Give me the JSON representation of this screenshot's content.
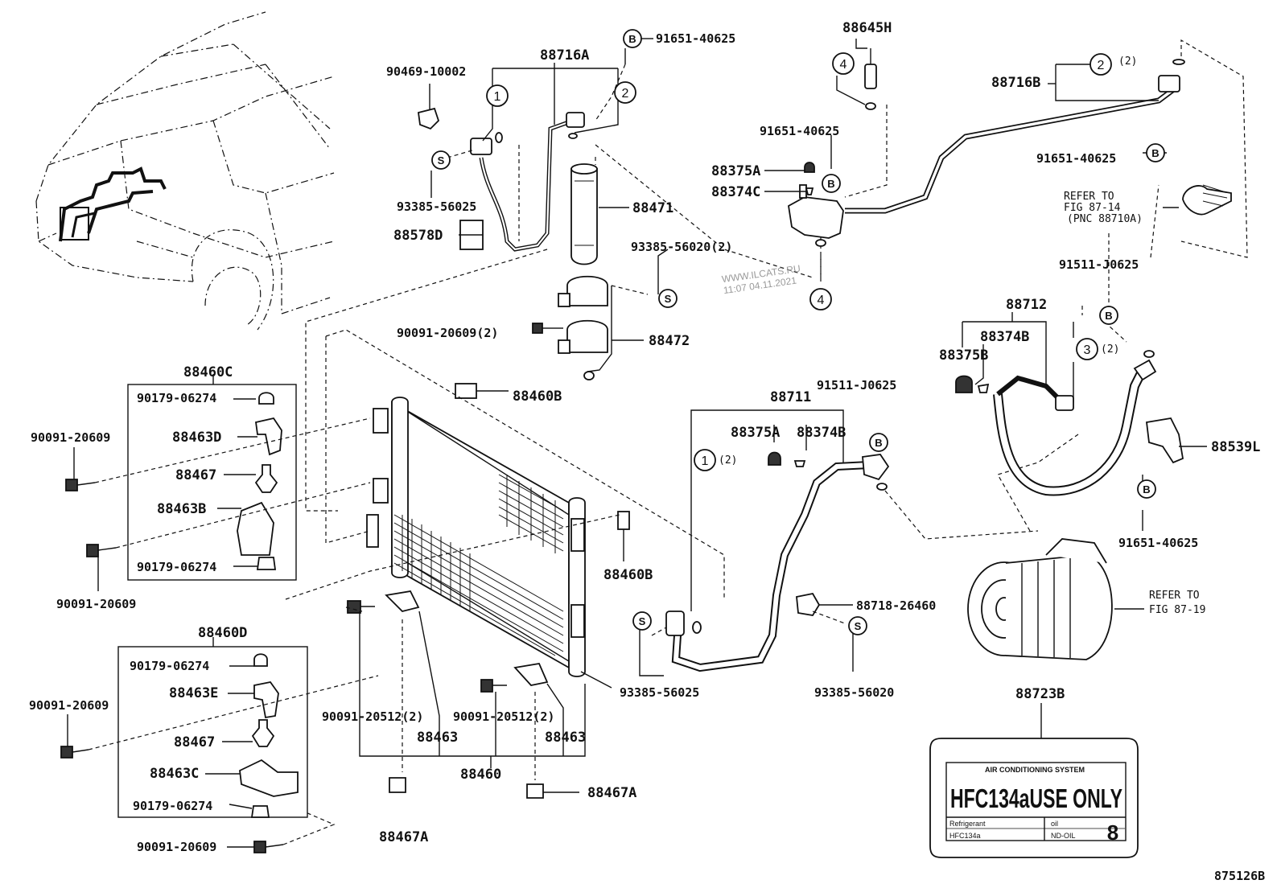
{
  "diagram": {
    "labels": {
      "p88645H": "88645H",
      "p88716A": "88716A",
      "p91651_40625_top": "91651-40625",
      "p90469_10002": "90469-10002",
      "p88716B": "88716B",
      "p91651_40625_mid": "91651-40625",
      "p91651_40625_right": "91651-40625",
      "p88375A_top": "88375A",
      "p88374C": "88374C",
      "p88471": "88471",
      "p93385_56025_top": "93385-56025",
      "p88578D": "88578D",
      "p93385_56020_2": "93385-56020(2)",
      "p90091_20609_2": "90091-20609(2)",
      "p88472": "88472",
      "p88460C": "88460C",
      "p90179_06274_a": "90179-06274",
      "p88463D": "88463D",
      "p90091_20609_a": "90091-20609",
      "p88467_a": "88467",
      "p88463B": "88463B",
      "p90179_06274_b": "90179-06274",
      "p90091_20609_b": "90091-20609",
      "p88460B_top": "88460B",
      "p88460B_right": "88460B",
      "p88460D": "88460D",
      "p90179_06274_c": "90179-06274",
      "p88463E": "88463E",
      "p90091_20609_c": "90091-20609",
      "p88467_b": "88467",
      "p88463C": "88463C",
      "p90179_06274_d": "90179-06274",
      "p90091_20609_d": "90091-20609",
      "p90091_20512_a": "90091-20512(2)",
      "p90091_20512_b": "90091-20512(2)",
      "p88463_a": "88463",
      "p88463_b": "88463",
      "p88460": "88460",
      "p88467A_a": "88467A",
      "p88467A_b": "88467A",
      "p93385_56025_bot": "93385-56025",
      "p88711": "88711",
      "p88375A_mid": "88375A",
      "p88374B_mid": "88374B",
      "p91511_J0625_mid": "91511-J0625",
      "p88718_26460": "88718-26460",
      "p93385_56020_bot": "93385-56020",
      "p88712": "88712",
      "p88374B_right": "88374B",
      "p88375B": "88375B",
      "p91511_J0625_right": "91511-J0625",
      "p88539L": "88539L",
      "p91651_40625_bot": "91651-40625",
      "p88723B": "88723B",
      "figure_no": "875126B"
    },
    "notes": {
      "refer_top_1": "REFER TO",
      "refer_top_2": "FIG 87-14",
      "refer_top_3": "(PNC 88710A)",
      "refer_bot_1": "REFER TO",
      "refer_bot_2": "FIG 87-19"
    },
    "qty": {
      "q2a": "(2)",
      "q2b": "(2)",
      "q2c": "(2)"
    },
    "watermark": {
      "line1": "WWW.ILCATS.RU",
      "line2": "11:07 04.11.2021"
    },
    "refs": {
      "B": "B",
      "S": "S",
      "one": "1",
      "two": "2",
      "three": "3",
      "four": "4"
    },
    "ac_label": {
      "header": "AIR CONDITIONING SYSTEM",
      "main": "HFC134aUSE ONLY",
      "refrigerant_title": "Refrigerant",
      "refrigerant_value": "HFC134a",
      "oil_title": "oil",
      "oil_value": "ND-OIL",
      "oil_no": "8"
    }
  }
}
